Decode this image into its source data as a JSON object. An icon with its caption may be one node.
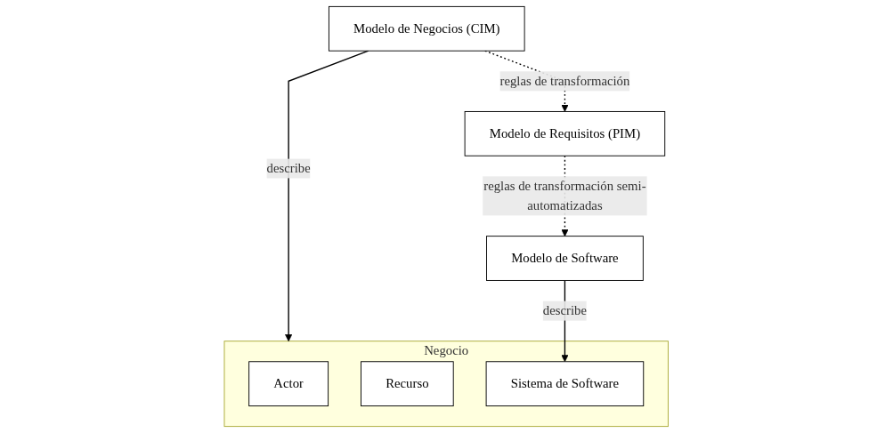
{
  "diagram": {
    "nodes": [
      {
        "text": [
          "Modelo de Negocios (CIM)"
        ]
      },
      {
        "text": [
          "Modelo de Requisitos (PIM)"
        ]
      },
      {
        "text": [
          "Modelo de Software"
        ]
      },
      {
        "text": [
          "Negocio"
        ]
      },
      {
        "text": [
          "Actor"
        ],
        "in": 3
      },
      {
        "text": [
          "Recurso"
        ],
        "in": 3
      },
      {
        "text": [
          "Sistema de Software"
        ],
        "in": 3
      }
    ],
    "edges": [
      {
        "from": 0,
        "to": 1,
        "arrow": "to",
        "label": "reglas de transformación",
        "style": "dashed"
      },
      {
        "from": 1,
        "to": 2,
        "arrow": "to",
        "label": "reglas de transformación semi-automatizadas",
        "style": "dashed"
      },
      {
        "from": 0,
        "to": 3,
        "arrow": "to",
        "label": "describe"
      },
      {
        "from": 2,
        "to": 6,
        "arrow": "to",
        "label": "describe"
      }
    ]
  }
}
